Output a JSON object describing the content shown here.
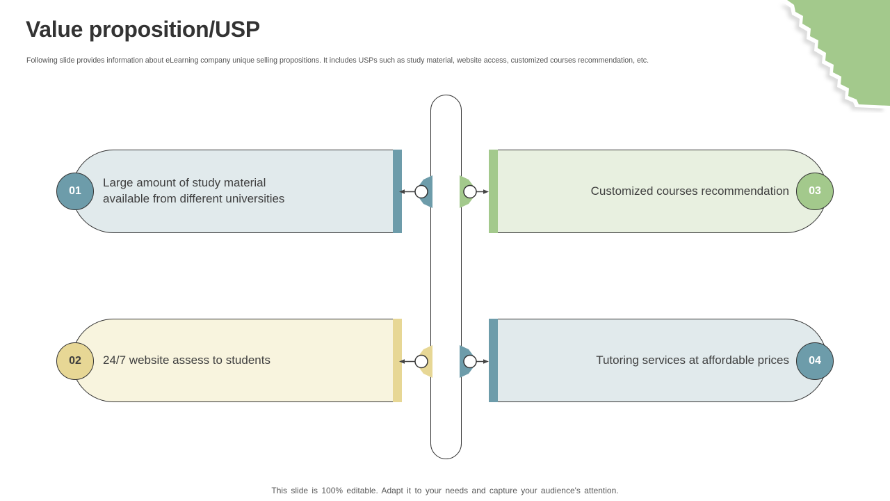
{
  "slide": {
    "title": "Value proposition/USP",
    "subtitle": "Following slide provides information about eLearning company unique selling propositions. It includes USPs such as study material, website access, customized courses recommendation, etc.",
    "footer": "This slide is 100% editable. Adapt it to your needs and capture your audience's attention."
  },
  "diagram": {
    "items": [
      {
        "number": "01",
        "side": "left",
        "accent": "teal",
        "lines": [
          "Large amount of study material",
          "available from different universities"
        ]
      },
      {
        "number": "02",
        "side": "left",
        "accent": "yellow",
        "lines": [
          "24/7 website assess to students"
        ]
      },
      {
        "number": "03",
        "side": "right",
        "accent": "green",
        "lines": [
          "Customized courses recommendation"
        ]
      },
      {
        "number": "04",
        "side": "right",
        "accent": "teal",
        "lines": [
          "Tutoring services at affordable prices"
        ]
      }
    ]
  },
  "colors": {
    "teal": "#6d9caa",
    "teal_light": "#e1eaec",
    "yellow": "#e7d795",
    "yellow_light": "#f8f4de",
    "green": "#a3c98c",
    "green_light": "#e8f0e0",
    "outline": "#333333",
    "text_dark": "#3f3f3f",
    "text_muted": "#595959"
  }
}
